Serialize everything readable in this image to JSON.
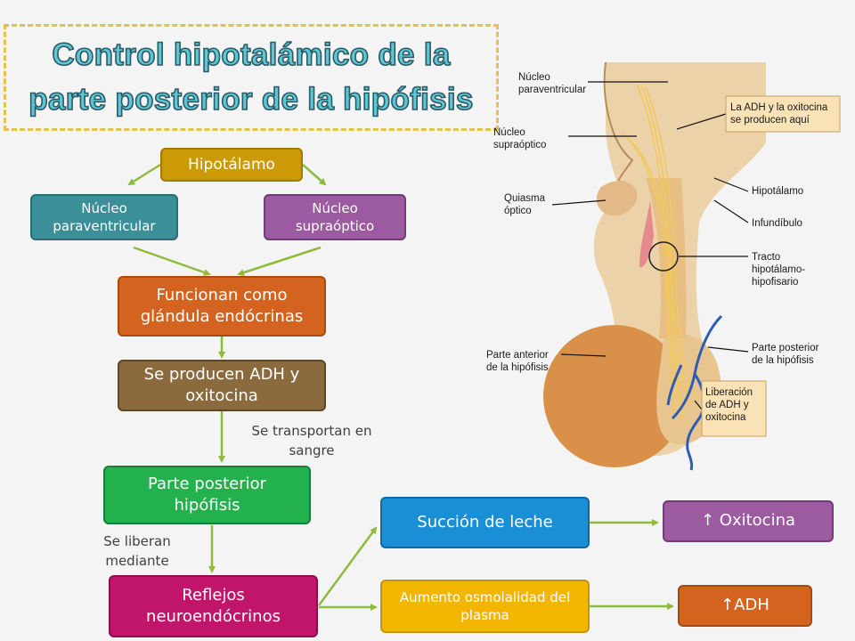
{
  "title": {
    "line1": "Control hipotalámico de la",
    "line2": "parte posterior de la hipófisis"
  },
  "nodes": {
    "hipotalamo": "Hipotálamo",
    "paraventricular": "Núcleo paraventricular",
    "supraoptico": "Núcleo supraóptico",
    "funcionan": "Funcionan como glándula endócrinas",
    "producen": "Se producen ADH y oxitocina",
    "parte_posterior": "Parte posterior hipófisis",
    "reflejos": "Reflejos neuroendócrinos",
    "succion": "Succión de leche",
    "aumento": "Aumento osmolalidad del plasma",
    "oxitocina": "↑ Oxitocina",
    "adh": "↑ADH"
  },
  "edge_labels": {
    "transportan": "Se transportan en sangre",
    "liberan": "Se liberan mediante"
  },
  "anatomy": {
    "nucleo_paraventricular": "Núcleo paraventricular",
    "nucleo_supraoptico": "Núcleo supraóptico",
    "quiasma_optico": "Quiasma óptico",
    "parte_anterior": "Parte anterior de la hipófisis",
    "adh_oxitocina_producen": "La ADH y la oxitocina se producen aquí",
    "hipotalamo": "Hipotálamo",
    "infundibulo": "Infundíbulo",
    "tracto": "Tracto hipotálamo- hipofisario",
    "parte_posterior": "Parte posterior de la hipófisis",
    "liberacion": "Liberación de ADH y oxitocina"
  },
  "colors": {
    "hipotalamo": "#cc9a06",
    "paraventricular": "#3a8f98",
    "supraoptico": "#9c5aa0",
    "funcionan": "#d3631e",
    "producen": "#8b6b3e",
    "parte_posterior": "#22b14c",
    "reflejos": "#c0156b",
    "succion": "#1a8fd6",
    "aumento": "#f2b600",
    "oxitocina": "#9c5aa0",
    "adh": "#d3631e",
    "arrow": "#8fbb3c",
    "title_fill": "#5fc7d4",
    "title_border": "#e6c04a"
  }
}
